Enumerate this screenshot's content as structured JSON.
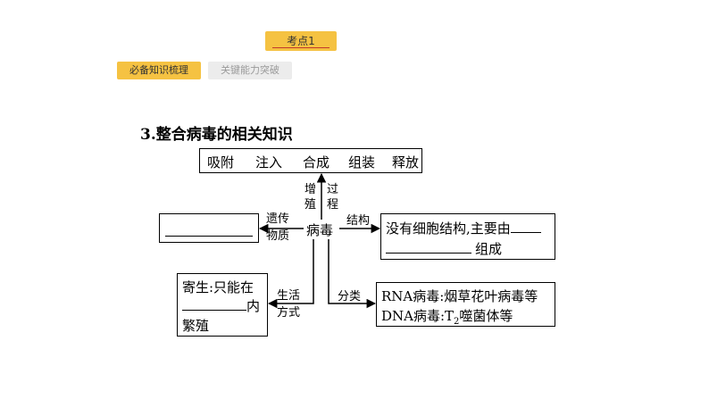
{
  "tabs": {
    "top_label": "考点1",
    "active_label": "必备知识梳理",
    "inactive_label": "关键能力突破"
  },
  "heading": {
    "number": "3",
    "text": ".整合病毒的相关知识"
  },
  "diagram": {
    "proliferation_steps": [
      "吸附",
      "注入",
      "合成",
      "组装",
      "释放"
    ],
    "center": "病毒",
    "label_proliferation": [
      "增",
      "殖"
    ],
    "label_process": [
      "过",
      "程"
    ],
    "label_genetic": [
      "遗传",
      "物质"
    ],
    "label_structure": "结构",
    "structure_text_1": "没有细胞结构,主要由",
    "structure_text_2": "组成",
    "label_lifestyle": [
      "生活",
      "方式"
    ],
    "parasite_text_1": "寄生:只能在",
    "parasite_text_2": "内",
    "parasite_text_3": "繁殖",
    "label_classification": "分类",
    "rna_virus": "RNA病毒:烟草花叶病毒等",
    "dna_virus_prefix": "DNA病毒:T",
    "dna_virus_sub": "2",
    "dna_virus_suffix": "噬菌体等"
  },
  "colors": {
    "tab_yellow": "#f5c242",
    "tab_gray": "#ececec",
    "tab_underline": "#c0392b"
  }
}
